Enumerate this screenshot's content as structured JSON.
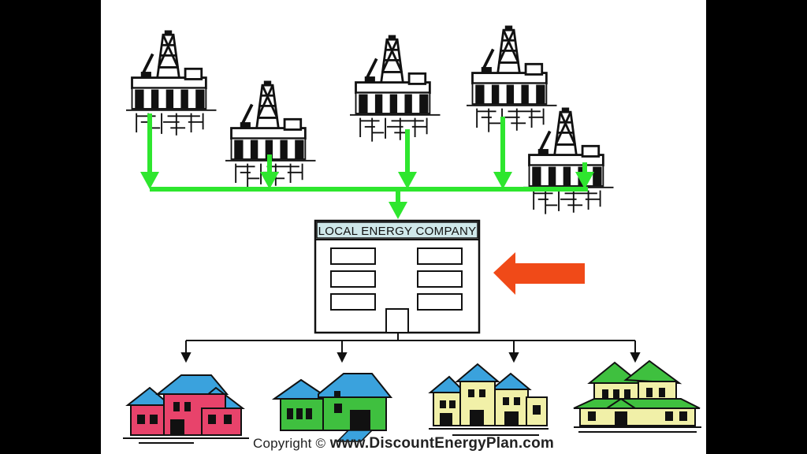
{
  "diagram": {
    "company_label": "LOCAL ENERGY COMPANY",
    "copyright_prefix": "Copyright ©",
    "copyright_site": "www.DiscountEnergyPlan.com",
    "rig_icon": "oil-rig-icon",
    "house_icon": "house-icon",
    "colors": {
      "letterbox": "#000000",
      "canvas": "#ffffff",
      "pipeline_green": "#2ee62e",
      "arrow_red": "#f04a18",
      "label_bg": "#cfe8ea",
      "house_red": "#e8436b",
      "house_green": "#3fc03f",
      "house_yellow": "#f1f0a8",
      "house_green2": "#7bd86b",
      "roof_blue": "#3aa2dd"
    }
  }
}
